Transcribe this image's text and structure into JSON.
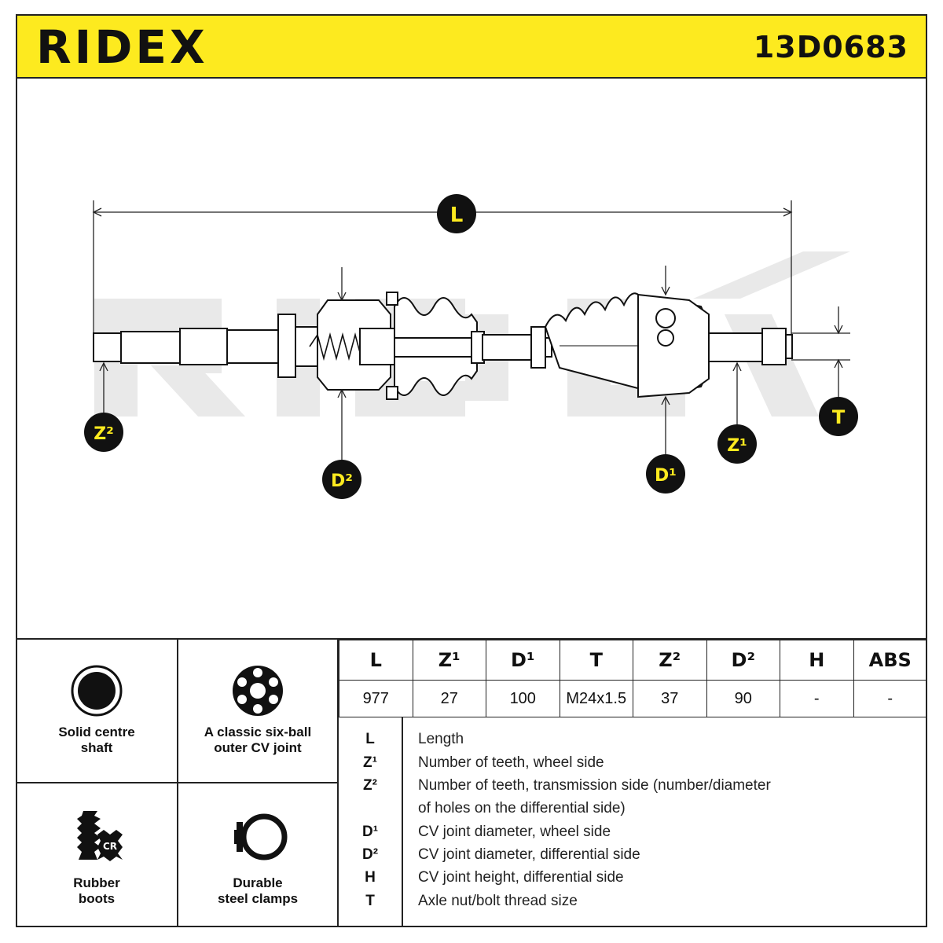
{
  "header": {
    "brand": "RIDEX",
    "part_number": "13D0683"
  },
  "diagram": {
    "labels": {
      "L": "L",
      "Z2": "Z²",
      "D2": "D²",
      "D1": "D¹",
      "Z1": "Z¹",
      "T": "T"
    }
  },
  "features": [
    {
      "icon": "solid-shaft-icon",
      "label": "Solid centre\nshaft"
    },
    {
      "icon": "six-ball-joint-icon",
      "label": "A classic six-ball\nouter CV joint"
    },
    {
      "icon": "rubber-boot-icon",
      "label": "Rubber\nboots"
    },
    {
      "icon": "steel-clamp-icon",
      "label": "Durable\nsteel clamps"
    }
  ],
  "rubber_badge": "CR",
  "spec_table": {
    "headers": [
      "L",
      "Z¹",
      "D¹",
      "T",
      "Z²",
      "D²",
      "H",
      "ABS"
    ],
    "values": [
      "977",
      "27",
      "100",
      "M24x1.5",
      "37",
      "90",
      "-",
      "-"
    ]
  },
  "legend": [
    {
      "key": "L",
      "text": "Length"
    },
    {
      "key": "Z¹",
      "text": "Number of teeth, wheel side"
    },
    {
      "key": "Z²",
      "text": "Number of teeth, transmission side (number/diameter"
    },
    {
      "key": "",
      "text": "of holes on the differential side)"
    },
    {
      "key": "D¹",
      "text": "CV joint diameter, wheel side"
    },
    {
      "key": "D²",
      "text": "CV joint diameter, differential side"
    },
    {
      "key": "H",
      "text": "CV joint height, differential side"
    },
    {
      "key": "T",
      "text": "Axle nut/bolt thread size"
    }
  ],
  "colors": {
    "accent": "#fdea1f",
    "ink": "#111111",
    "watermark": "#e6e6e6"
  }
}
